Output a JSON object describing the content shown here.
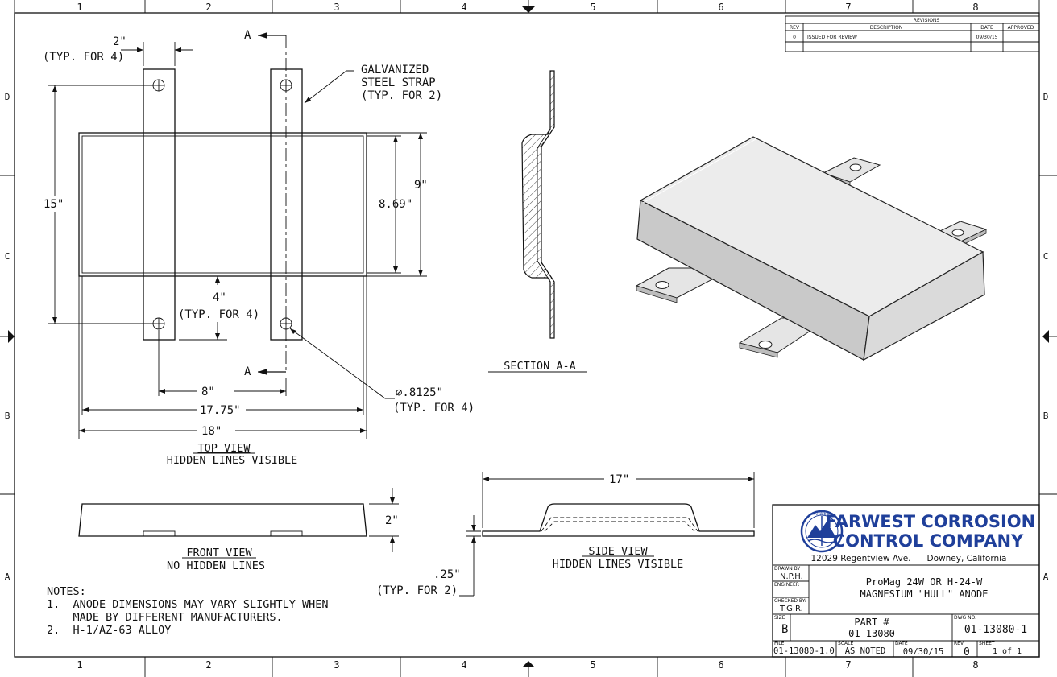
{
  "zones": {
    "columns": [
      "1",
      "2",
      "3",
      "4",
      "5",
      "6",
      "7",
      "8"
    ],
    "rows": [
      "D",
      "C",
      "B",
      "A"
    ]
  },
  "revisions": {
    "title": "REVISIONS",
    "headers": {
      "rev": "REV",
      "description": "DESCRIPTION",
      "date": "DATE",
      "approved": "APPROVED"
    },
    "rows": [
      {
        "rev": "0",
        "description": "ISSUED FOR REVIEW",
        "date": "09/30/15",
        "approved": ""
      }
    ]
  },
  "top_view": {
    "dim_strap_width": "2\"",
    "dim_strap_width_note": "(TYP. FOR 4)",
    "section_marker": "A",
    "strap_label": [
      "GALVANIZED",
      "STEEL STRAP",
      "(TYP. FOR 2)"
    ],
    "dim_length_total": "15\"",
    "dim_height_base": "9\"",
    "dim_height_top": "8.69\"",
    "dim_hole_offset": "4\"",
    "dim_hole_offset_note": "(TYP. FOR 4)",
    "dim_strap_spacing": "8\"",
    "dim_width_top": "17.75\"",
    "dim_width_base": "18\"",
    "dim_hole_dia": "∅.8125\"",
    "dim_hole_dia_note": "(TYP. FOR 4)",
    "title": "TOP VIEW",
    "subtitle": "HIDDEN LINES VISIBLE"
  },
  "section_view": {
    "title": "SECTION A-A"
  },
  "front_view": {
    "dim_height": "2\"",
    "title": "FRONT VIEW",
    "subtitle": "NO HIDDEN LINES"
  },
  "side_view": {
    "dim_length": "17\"",
    "dim_strap_thickness": ".25\"",
    "dim_strap_thickness_note": "(TYP. FOR 2)",
    "title": "SIDE VIEW",
    "subtitle": "HIDDEN LINES VISIBLE"
  },
  "notes": {
    "heading": "NOTES:",
    "items": [
      "1.  ANODE DIMENSIONS MAY VARY SLIGHTLY WHEN",
      "    MADE BY DIFFERENT MANUFACTURERS.",
      "2.  H-1/AZ-63 ALLOY"
    ]
  },
  "title_block": {
    "company_line1": "FARWEST CORROSION",
    "company_line2": "CONTROL COMPANY",
    "address": "12029 Regentview Ave.      Downey, California",
    "logo_text": "FARWEST",
    "drawn_by_label": "DRAWN BY",
    "drawn_by": "N.P.H.",
    "engineer_label": "ENGINEER",
    "engineer": "",
    "checked_by_label": "CHECKED BY:",
    "checked_by": "T.G.R.",
    "title_line1": "ProMag 24W OR H-24-W",
    "title_line2": "MAGNESIUM \"HULL\" ANODE",
    "size_label": "SIZE",
    "size": "B",
    "part_label": "PART #",
    "part_number": "01-13080",
    "dwg_no_label": "DWG NO.",
    "dwg_no": "01-13080-1",
    "file_label": "FILE",
    "file": "01-13080-1.0",
    "scale_label": "SCALE",
    "scale": "AS NOTED",
    "date_label": "DATE",
    "date": "09/30/15",
    "rev_label": "REV",
    "rev": "0",
    "sheet_label": "SHEET",
    "sheet": "1 of 1"
  },
  "colors": {
    "company_blue": "#1f3f9a",
    "line": "#111111",
    "iso_top": "#ececec",
    "iso_side": "#c9c9c9"
  }
}
